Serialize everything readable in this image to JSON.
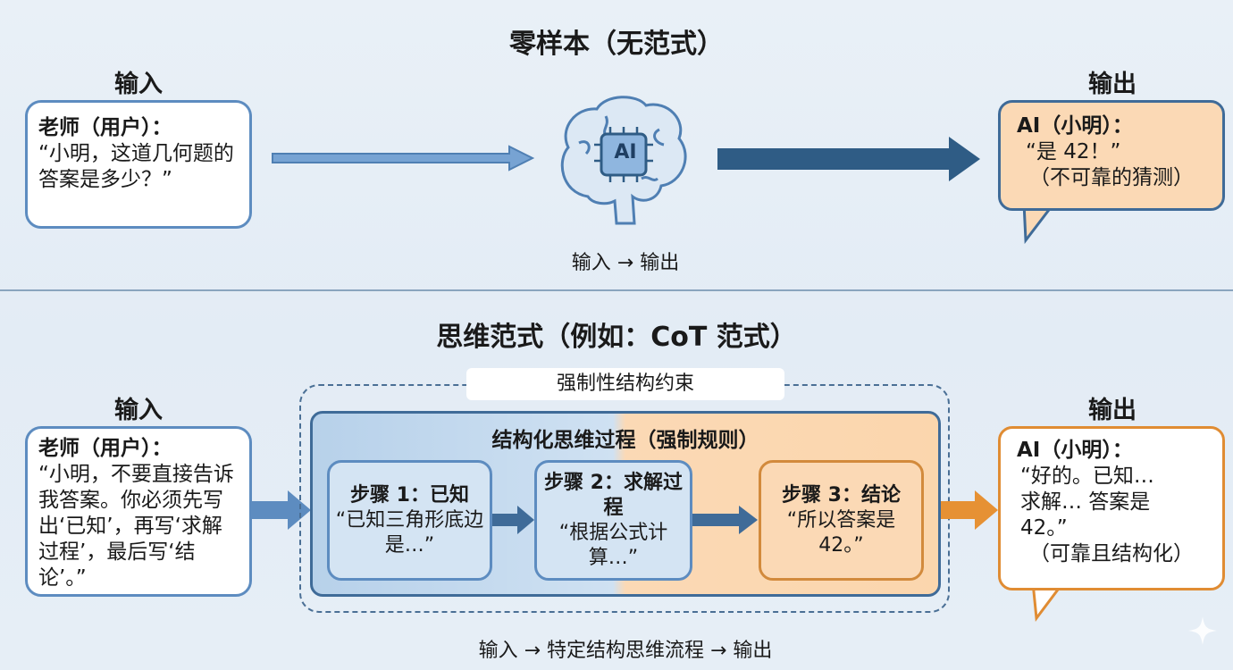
{
  "zero_shot": {
    "title": "零样本（无范式）",
    "input_label": "输入",
    "input_speaker": "老师（用户）：",
    "input_text": "“小明，这道几何题的答案是多少？”",
    "model_icon_text": "AI",
    "flow_caption": "输入 → 输出",
    "output_label": "输出",
    "output_speaker": "AI（小明）：",
    "output_text": "“是 42！”",
    "output_note": "（不可靠的猜测）"
  },
  "cot": {
    "title": "思维范式（例如：CoT 范式）",
    "input_label": "输入",
    "input_speaker": "老师（用户）：",
    "input_text": "“小明，不要直接告诉我答案。你必须先写出‘已知’，再写‘求解过程’，最后写‘结论’。”",
    "constraint_label": "强制性结构约束",
    "process_title": "结构化思维过程（强制规则）",
    "steps": [
      {
        "title": "步骤 1：已知",
        "text": "“已知三角形底边是…”"
      },
      {
        "title": "步骤 2：求解过程",
        "text": "“根据公式计算…”"
      },
      {
        "title": "步骤 3：结论",
        "text": "“所以答案是42。”"
      }
    ],
    "output_label": "输出",
    "output_speaker": "AI（小明）：",
    "output_text": "“好的。已知…求解… 答案是42。”",
    "output_note": "（可靠且结构化）",
    "flow_caption": "输入 → 特定结构思维流程 → 输出"
  },
  "colors": {
    "blue": "#5d8cc0",
    "dark_blue": "#2f5c85",
    "orange": "#e69134",
    "orange_fill": "#fbd9b5"
  }
}
